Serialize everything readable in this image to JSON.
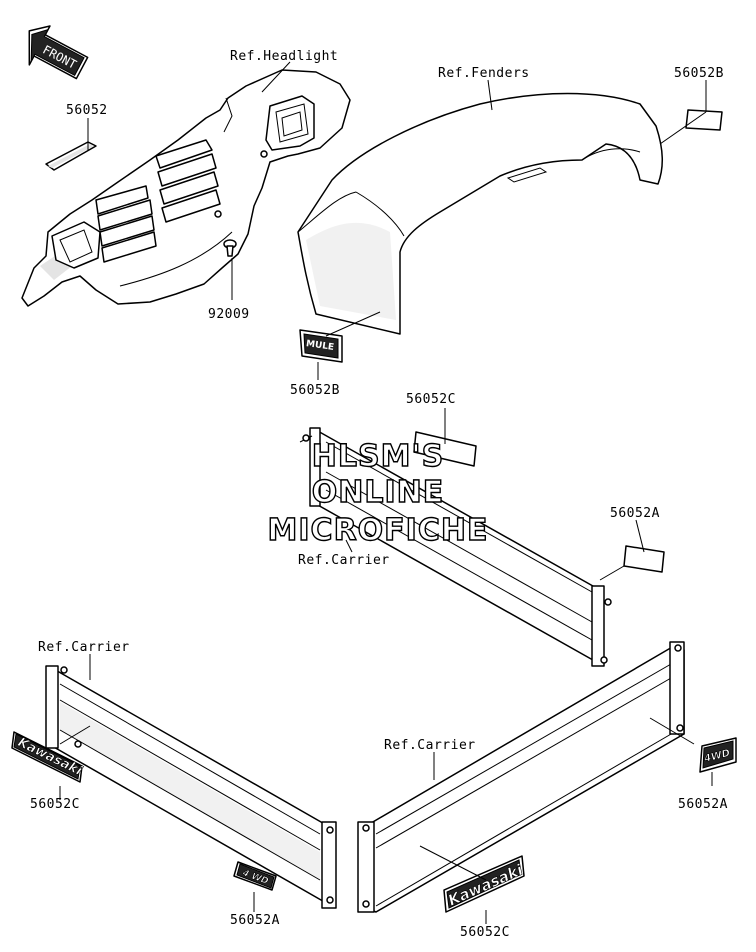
{
  "front_badge": "FRONT",
  "labels": {
    "ref_headlight": "Ref.Headlight",
    "ref_fenders": "Ref.Fenders",
    "p56052": "56052",
    "p92009": "92009",
    "p56052b_top": "56052B",
    "p56052b_mid": "56052B",
    "p56052c_top": "56052C",
    "p56052a_right": "56052A",
    "ref_carrier_mid": "Ref.Carrier",
    "ref_carrier_left": "Ref.Carrier",
    "ref_carrier_right": "Ref.Carrier",
    "p56052c_left": "56052C",
    "p56052a_left": "56052A",
    "p56052a_bottom_right": "56052A",
    "p56052c_bottom": "56052C"
  },
  "watermark": {
    "line1": "HLSM'S",
    "line2": "ONLINE",
    "line3": "MICROFICHE"
  },
  "decals": {
    "mule": "MULE",
    "kawasaki_left": "Kawasaki",
    "kawasaki_right": "Kawasaki",
    "fourwd_left": "4 WD",
    "fourwd_right": "4WD"
  }
}
